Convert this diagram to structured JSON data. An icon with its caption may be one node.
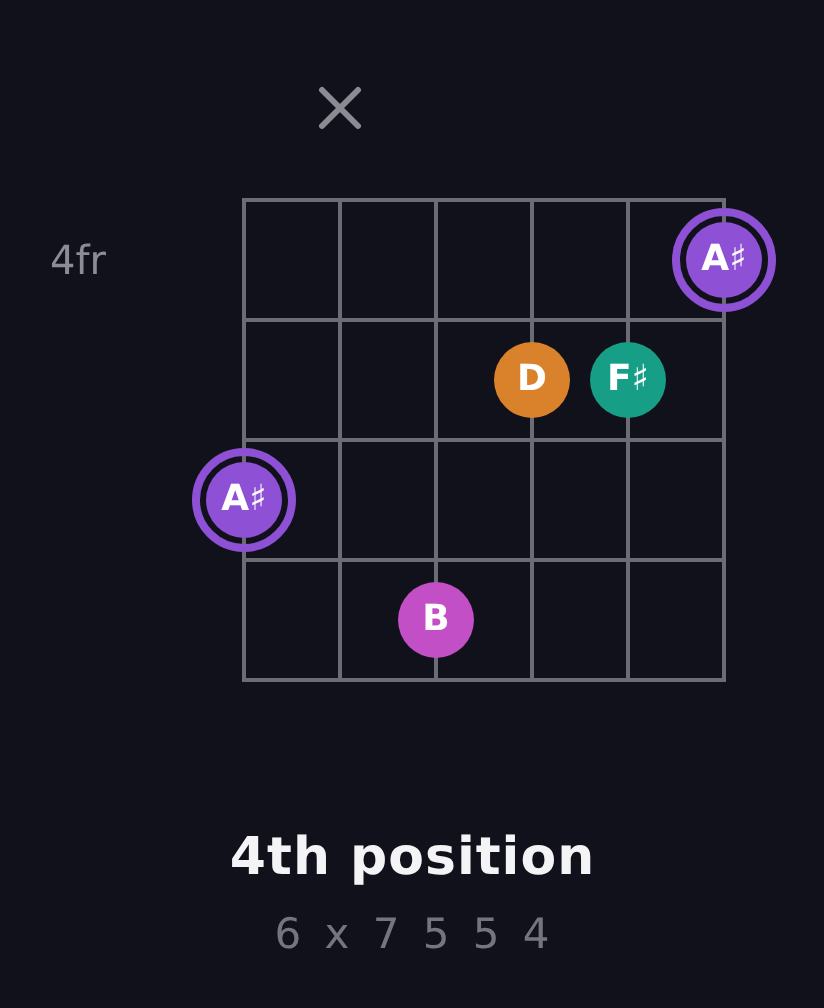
{
  "diagram": {
    "title": "4th position",
    "caption": "6 x 7 5 5 4",
    "nodes": [
      {
        "text": [
          "A♯"
        ]
      },
      {
        "text": [
          "D"
        ]
      },
      {
        "text": [
          "F♯"
        ]
      },
      {
        "text": [
          "A♯"
        ]
      },
      {
        "text": [
          "B"
        ]
      }
    ],
    "labels": [
      "4fr"
    ]
  }
}
